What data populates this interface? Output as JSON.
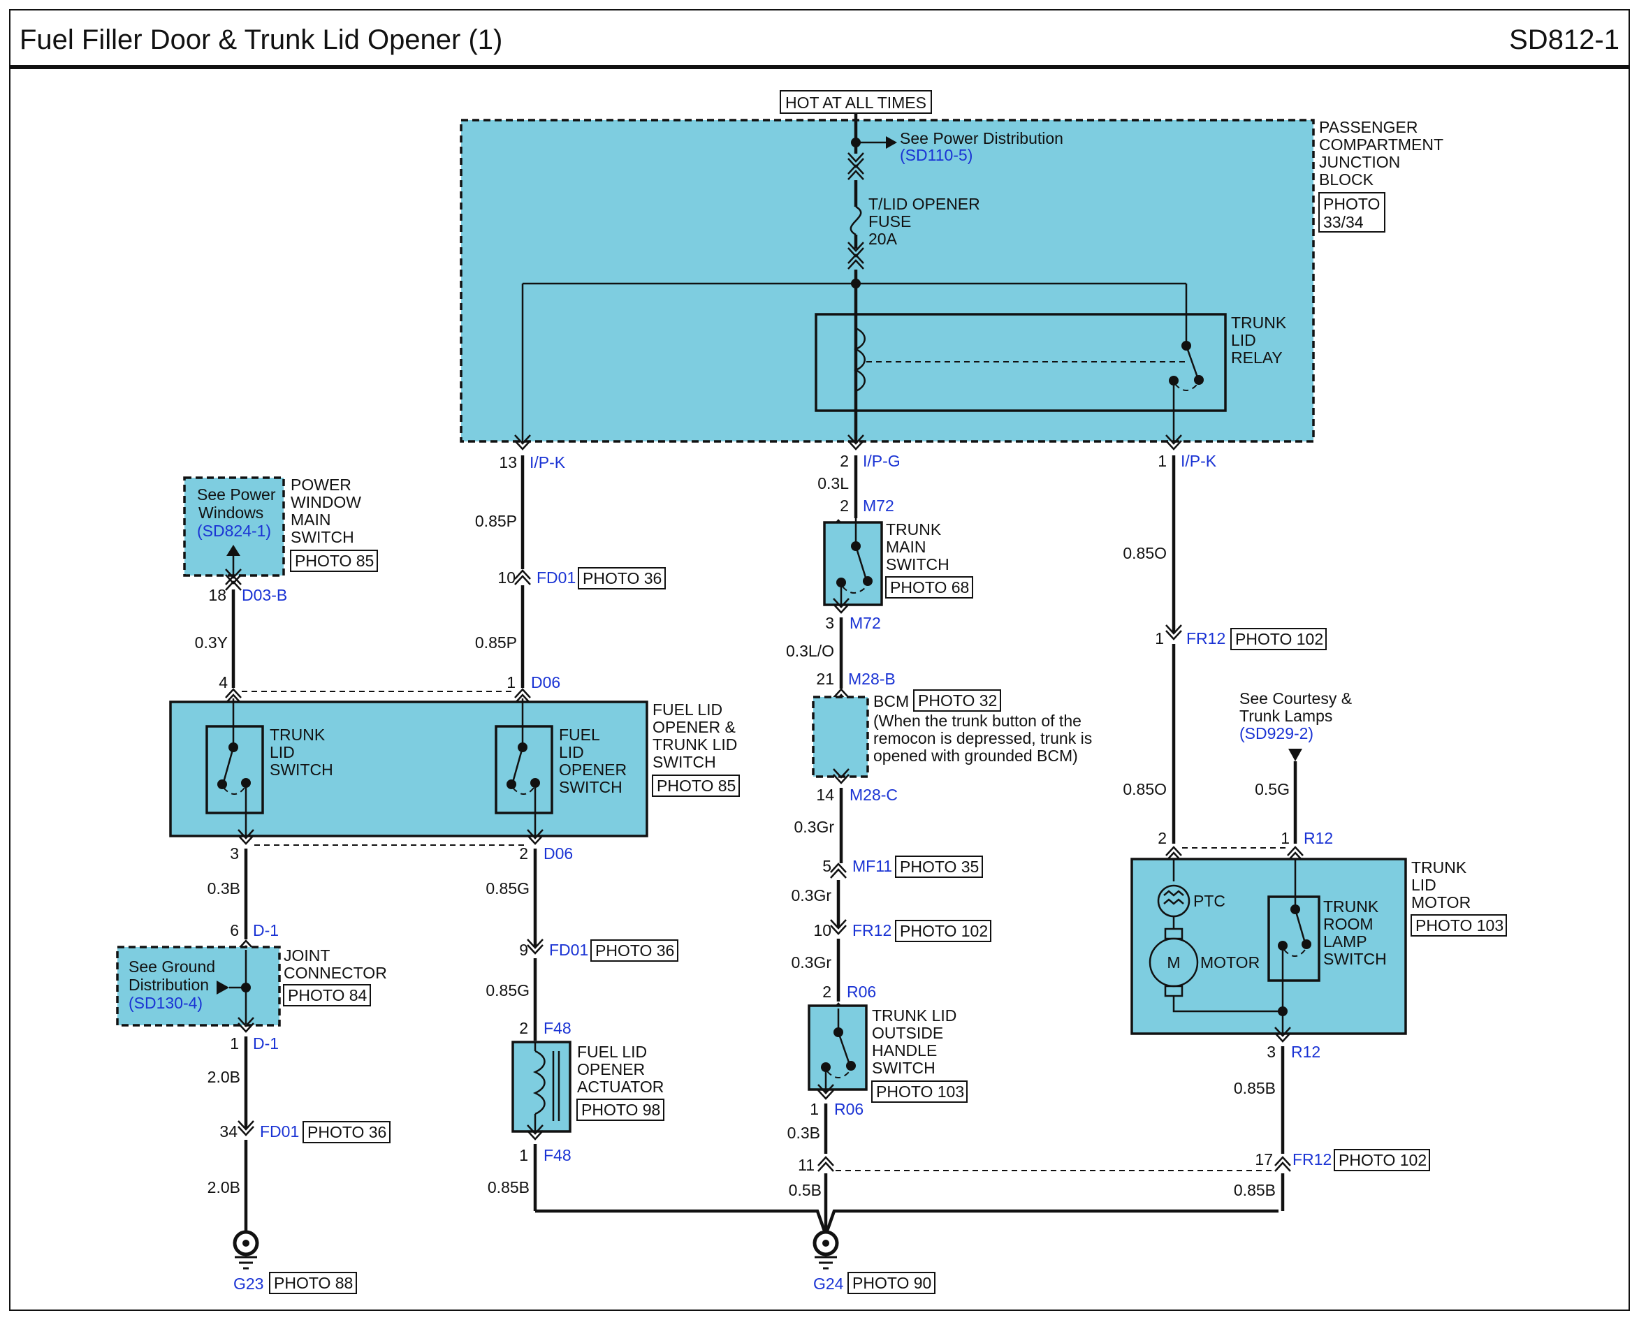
{
  "header": {
    "title": "Fuel Filler Door & Trunk Lid Opener (1)",
    "code": "SD812-1"
  },
  "junction_block": {
    "hot_label": "HOT AT ALL TIMES",
    "see_power_text": "See Power Distribution",
    "see_power_ref": "(SD110-5)",
    "fuse_lines": [
      "T/LID OPENER",
      "FUSE",
      "20A"
    ],
    "name_lines": [
      "PASSENGER",
      "COMPARTMENT",
      "JUNCTION",
      "BLOCK"
    ],
    "photo_lines": [
      "PHOTO",
      "33/34"
    ],
    "relay_lines": [
      "TRUNK",
      "LID",
      "RELAY"
    ]
  },
  "power_window": {
    "see_lines": [
      "See Power",
      "Windows"
    ],
    "ref": "(SD824-1)",
    "name_lines": [
      "POWER",
      "WINDOW",
      "MAIN",
      "SWITCH"
    ],
    "photo": "PHOTO 85"
  },
  "opener_switch": {
    "trunk_lines": [
      "TRUNK",
      "LID",
      "SWITCH"
    ],
    "fuel_lines": [
      "FUEL",
      "LID",
      "OPENER",
      "SWITCH"
    ],
    "name_lines": [
      "FUEL LID",
      "OPENER &",
      "TRUNK LID",
      "SWITCH"
    ],
    "photo": "PHOTO 85"
  },
  "ground_distribution": {
    "see_lines": [
      "See Ground",
      "Distribution"
    ],
    "ref": "(SD130-4)",
    "name_lines": [
      "JOINT",
      "CONNECTOR"
    ],
    "photo": "PHOTO 84"
  },
  "actuator": {
    "name_lines": [
      "FUEL LID",
      "OPENER",
      "ACTUATOR"
    ],
    "photo": "PHOTO 98"
  },
  "trunk_main_switch": {
    "name_lines": [
      "TRUNK",
      "MAIN",
      "SWITCH"
    ],
    "photo": "PHOTO 68"
  },
  "bcm": {
    "name": "BCM",
    "photo": "PHOTO 32",
    "note_lines": [
      "(When the trunk button of the",
      "remocon is depressed, trunk is",
      "opened with grounded BCM)"
    ]
  },
  "outside_handle": {
    "name_lines": [
      "TRUNK LID",
      "OUTSIDE",
      "HANDLE",
      "SWITCH"
    ],
    "photo": "PHOTO 103"
  },
  "courtesy": {
    "see_lines": [
      "See Courtesy &",
      "Trunk Lamps"
    ],
    "ref": "(SD929-2)"
  },
  "motor": {
    "name_lines": [
      "TRUNK",
      "LID",
      "MOTOR"
    ],
    "photo": "PHOTO 103",
    "ptc": "PTC",
    "m": "M",
    "motor_label": "MOTOR",
    "room_lines": [
      "TRUNK",
      "ROOM",
      "LAMP",
      "SWITCH"
    ]
  },
  "grounds": {
    "g23": "G23",
    "g23_photo": "PHOTO 88",
    "g24": "G24",
    "g24_photo": "PHOTO 90"
  },
  "pins": {
    "p13": "13",
    "p2a": "2",
    "p1a": "1",
    "p2b": "2",
    "p3b": "3",
    "p21": "21",
    "p14": "14",
    "p5": "5",
    "p10b": "10",
    "p2c": "2",
    "p1c": "1",
    "p11": "11",
    "p18": "18",
    "p4": "4",
    "p3": "3",
    "p6": "6",
    "p1d": "1",
    "p34": "34",
    "p10": "10",
    "p1": "1",
    "p2": "2",
    "p9": "9",
    "p2f": "2",
    "p1f": "1",
    "p1fr": "1",
    "p2m": "2",
    "p1m": "1",
    "p3m": "3",
    "p17": "17"
  },
  "connectors": {
    "ipk_left": "I/P-K",
    "ipg": "I/P-G",
    "ipk_right": "I/P-K",
    "d03b": "D03-B",
    "fd01_a": "FD01",
    "d06_top": "D06",
    "d06_bottom": "D06",
    "d1_top": "D-1",
    "d1_bottom": "D-1",
    "fd01_b": "FD01",
    "fd01_c": "FD01",
    "f48_top": "F48",
    "f48_bottom": "F48",
    "m72_top": "M72",
    "m72_bottom": "M72",
    "m28b": "M28-B",
    "m28c": "M28-C",
    "mf11": "MF11",
    "fr12_a": "FR12",
    "r06_top": "R06",
    "r06_bottom": "R06",
    "fr12_b": "FR12",
    "r12_top": "R12",
    "r12_bottom": "R12",
    "fr12_c": "FR12"
  },
  "photos": {
    "fd01_a": "PHOTO 36",
    "fd01_b": "PHOTO 36",
    "fd01_c": "PHOTO 36",
    "mf11": "PHOTO 35",
    "fr12_a": "PHOTO 102",
    "fr12_b": "PHOTO 102",
    "fr12_c": "PHOTO 102"
  },
  "wires": {
    "w1": "0.85P",
    "w2": "0.85P",
    "w3": "0.85G",
    "w4": "0.85G",
    "w5": "0.85B",
    "w6": "0.3Y",
    "w7": "0.3B",
    "w8": "2.0B",
    "w9": "2.0B",
    "w10": "0.3L",
    "w11": "0.3L/O",
    "w12": "0.3Gr",
    "w13": "0.3Gr",
    "w14": "0.3Gr",
    "w15": "0.3B",
    "w16": "0.5B",
    "w17": "0.85O",
    "w18": "0.85O",
    "w19": "0.5G",
    "w20": "0.85B",
    "w21": "0.85B"
  }
}
